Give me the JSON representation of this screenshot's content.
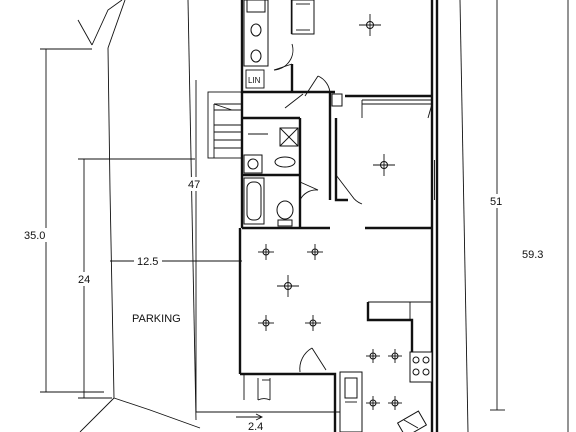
{
  "labels": {
    "parking": "PARKING",
    "linen": "LIN"
  },
  "dimensions": {
    "overall_left": "35.0",
    "parking_depth": "24",
    "parking_width": "12.5",
    "building_depth": "47",
    "building_length": "51",
    "overall_right": "59.3",
    "bottom_offset": "2.4"
  },
  "colors": {
    "ink": "#111111",
    "paper": "#ffffff"
  }
}
